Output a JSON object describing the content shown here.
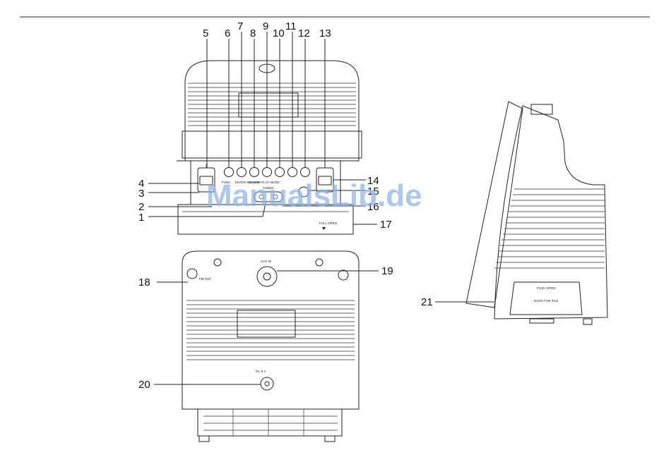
{
  "callouts": {
    "n1": "1",
    "n2": "2",
    "n3": "3",
    "n4": "4",
    "n5": "5",
    "n6": "6",
    "n7": "7",
    "n8": "8",
    "n9": "9",
    "n10": "10",
    "n11": "11",
    "n12": "12",
    "n13": "13",
    "n14": "14",
    "n15": "15",
    "n16": "16",
    "n17": "17",
    "n18": "18",
    "n19": "19",
    "n20": "20",
    "n21": "21"
  },
  "device_labels": {
    "func": "FUNC",
    "enter_memory": "ENTER MEMORY",
    "alarm": "ALARM",
    "play_mode": "PLAY MODE",
    "tuner": "TUNER",
    "full_open": "FULL OPEN",
    "fm_ant": "FM ANT.",
    "aux_in": "AUX IN",
    "dc_in": "DC 9 V",
    "push_open": "PUSH OPEN",
    "dock_for_ipod": "DOCK FOR iPod"
  },
  "watermark": "ManualsLib.de"
}
